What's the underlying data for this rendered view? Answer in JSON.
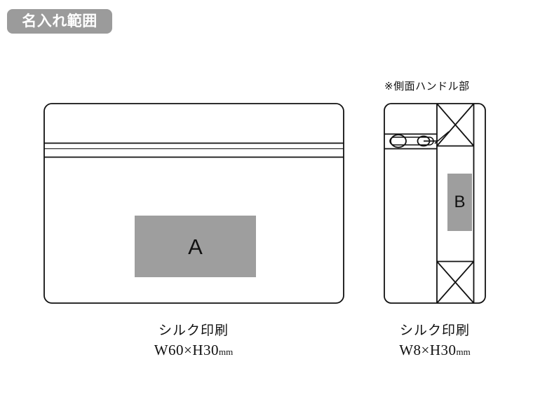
{
  "header": {
    "badge_label": "名入れ範囲",
    "badge_color": "#9b9b9b",
    "badge_text_color": "#ffffff"
  },
  "colors": {
    "print_area_fill": "#9e9e9e",
    "outline": "#111111",
    "background": "#ffffff"
  },
  "front_view": {
    "name": "pouch-front-view",
    "print_area": {
      "letter": "A",
      "fill": "#9e9e9e"
    },
    "caption": {
      "method": "シルク印刷",
      "size_value": "W60×H30",
      "size_unit": "mm"
    }
  },
  "side_view": {
    "name": "pouch-side-view",
    "note": "※側面ハンドル部",
    "print_area": {
      "letter": "B",
      "fill": "#9e9e9e"
    },
    "caption": {
      "method": "シルク印刷",
      "size_value": "W8×H30",
      "size_unit": "mm"
    }
  }
}
